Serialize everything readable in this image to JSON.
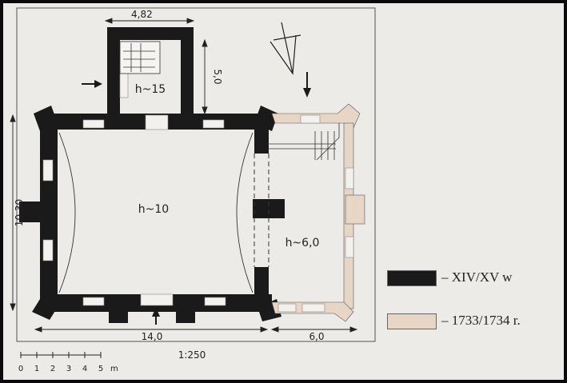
{
  "plan": {
    "dimensions": {
      "annex_width": "4,82",
      "annex_depth": "5,0",
      "hall_depth": "10,30",
      "hall_length": "14,0",
      "annex_length": "6,0"
    },
    "rooms": {
      "tower": "h~15",
      "hall": "h~10",
      "annex": "h~6,0"
    },
    "scale_ratio": "1:250",
    "scale_bar": {
      "ticks": [
        "0",
        "1",
        "2",
        "3",
        "4",
        "5"
      ],
      "unit": "m"
    }
  },
  "legend": {
    "items": [
      {
        "label": "– XIV/XV w",
        "color": "#1a1a1a"
      },
      {
        "label": "– 1733/1734 r.",
        "color": "#e7d6c5"
      }
    ]
  },
  "colors": {
    "old_wall": "#1a1a1a",
    "new_wall": "#e7d6c5",
    "background": "#ecebe8"
  }
}
